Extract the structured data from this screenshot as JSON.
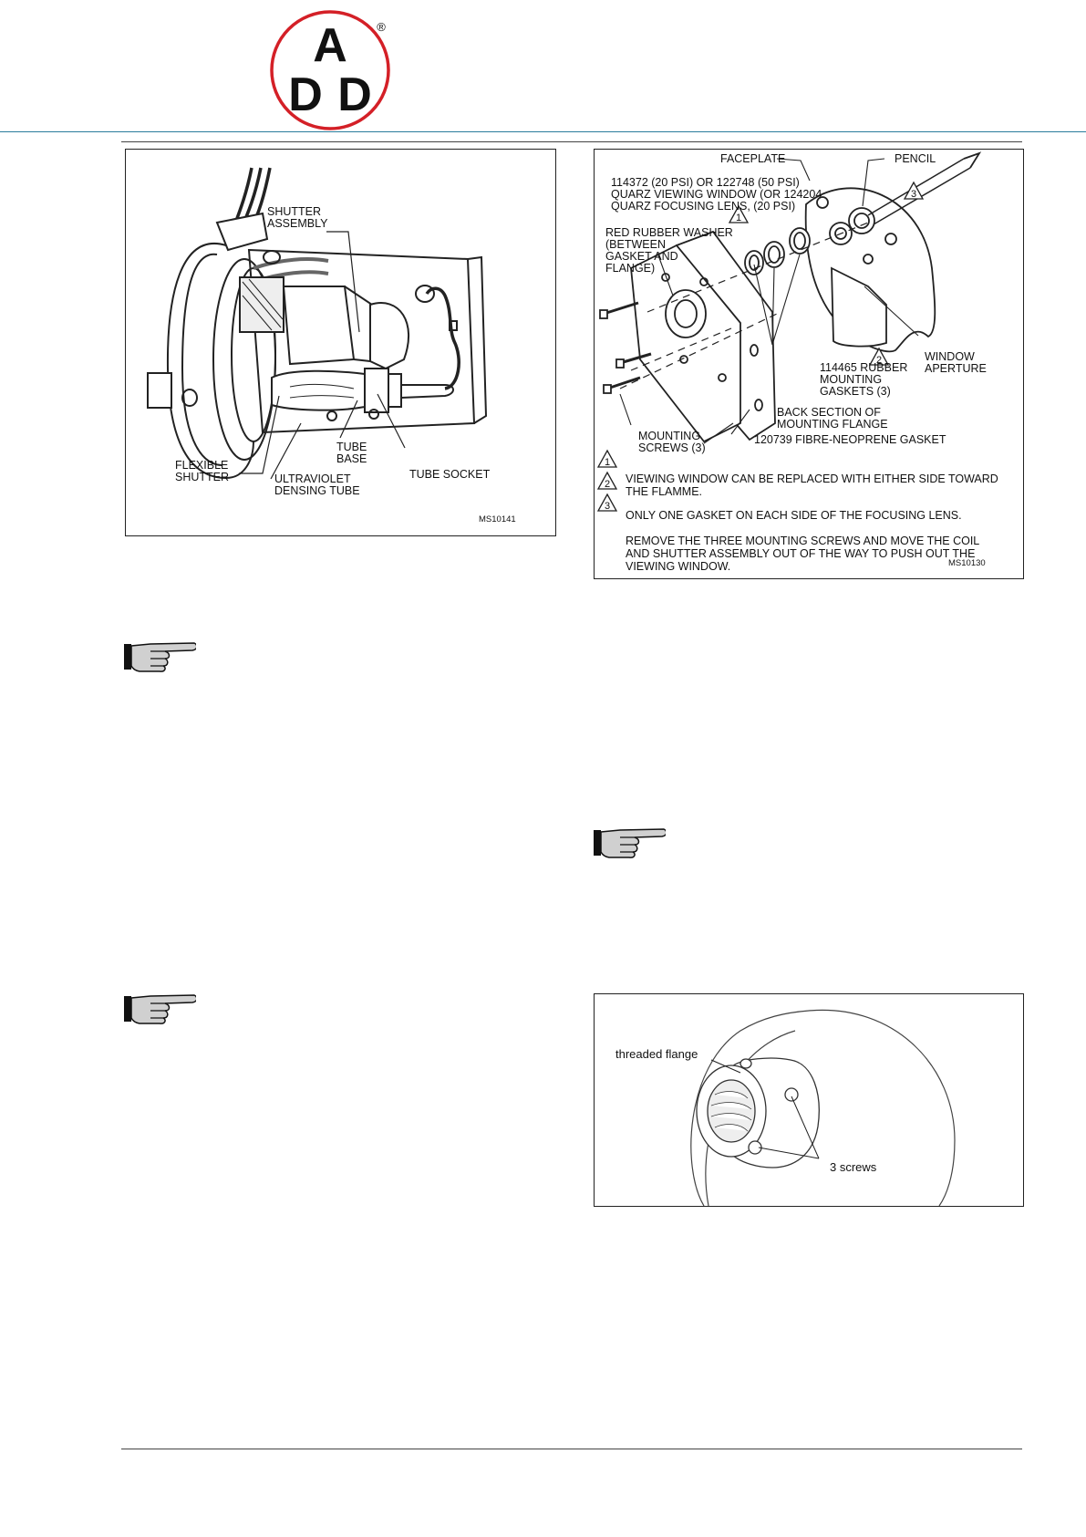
{
  "header": {
    "logo": {
      "top": "A",
      "bottom_left": "D",
      "bottom_right": "D",
      "registered": "®"
    },
    "accent_color": "#2a7d9c",
    "logo_color": "#d42027"
  },
  "figure_shutter": {
    "labels": {
      "shutter_assembly": "SHUTTER\nASSEMBLY",
      "flexible_shutter": "FLEXIBLE\nSHUTTER",
      "uv_tube": "ULTRAVIOLET\nDENSING TUBE",
      "tube_base": "TUBE\nBASE",
      "tube_socket": "TUBE SOCKET",
      "code": "MS10141"
    }
  },
  "figure_window": {
    "labels": {
      "faceplate": "FACEPLATE",
      "pencil": "PENCIL",
      "quartz": "114372 (20 PSI) OR 122748 (50 PSI)\nQUARZ VIEWING WINDOW (OR 124204\nQUARZ FOCUSING LENS, (20 PSI)",
      "washer": "RED RUBBER WASHER\n(BETWEEN\nGASKET AND\nFLANGE)",
      "window_aperture": "WINDOW\nAPERTURE",
      "rubber_gaskets": "114465 RUBBER\nMOUNTING\nGASKETS (3)",
      "back_section": "BACK SECTION OF\nMOUNTING FLANGE",
      "mounting_screws": "MOUNTING\nSCREWS (3)",
      "fibre_gasket": "120739 FIBRE-NEOPRENE GASKET",
      "code": "MS10130",
      "callout_1": "1",
      "callout_2": "2",
      "callout_3": "3"
    },
    "notes": [
      {
        "num": "1",
        "text": "VIEWING WINDOW CAN BE REPLACED WITH EITHER SIDE TOWARD\nTHE FLAMME."
      },
      {
        "num": "2",
        "text": "ONLY ONE GASKET ON EACH SIDE OF THE FOCUSING LENS."
      },
      {
        "num": "3",
        "text": "REMOVE THE THREE MOUNTING SCREWS AND MOVE THE COIL\nAND SHUTTER ASSEMBLY OUT OF THE WAY TO PUSH OUT THE\nVIEWING WINDOW."
      }
    ]
  },
  "figure_flange": {
    "labels": {
      "threaded_flange": "threaded flange",
      "screws": "3 screws"
    }
  }
}
